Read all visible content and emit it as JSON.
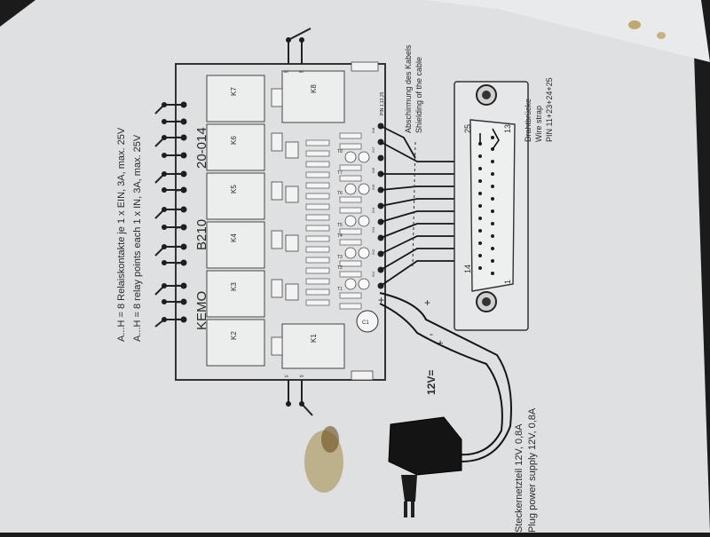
{
  "board": {
    "brand": "KEMO",
    "model": "B210",
    "code": "20-014",
    "relays": [
      "K1",
      "K2",
      "K3",
      "K4",
      "K5",
      "K6",
      "K7",
      "K8"
    ],
    "transistors": [
      "T1",
      "T2",
      "T3",
      "T4",
      "T5",
      "T6",
      "T7",
      "T8"
    ],
    "capacitor": "C1",
    "pin_label": "PIN 1,13,25",
    "contacts_top": [
      "2A",
      "2B",
      "3A",
      "3B",
      "4A",
      "4B",
      "5A",
      "5B",
      "6A",
      "6B",
      "7A",
      "7B"
    ],
    "contacts_k8": [
      "8A",
      "8B"
    ],
    "contacts_k1": [
      "1A",
      "1B"
    ],
    "inputs": [
      "IN1",
      "IN2",
      "IN3",
      "IN4",
      "IN5",
      "IN6",
      "IN7",
      "IN8"
    ]
  },
  "notes": {
    "relay_de": "A...H = 8 Relaiskontakte je 1 x EIN, 3A, max. 25V",
    "relay_en": "A...H = 8 relay points each 1 x IN, 3A, max. 25V",
    "shield_de": "Abschirmung des Kabels",
    "shield_en": "Shielding of the cable",
    "strap_de": "Drahtbrücke",
    "strap_en": "Wire strap",
    "strap_pins": "PIN 11+23+24+25",
    "voltage": "12V=",
    "plus": "+",
    "minus": "-",
    "psu_de": "Steckernetzteil 12V, 0,8A",
    "psu_en": "Plug power supply 12V, 0,8A"
  },
  "connector": {
    "pin_labels": [
      "25",
      "13",
      "14",
      "1"
    ]
  }
}
